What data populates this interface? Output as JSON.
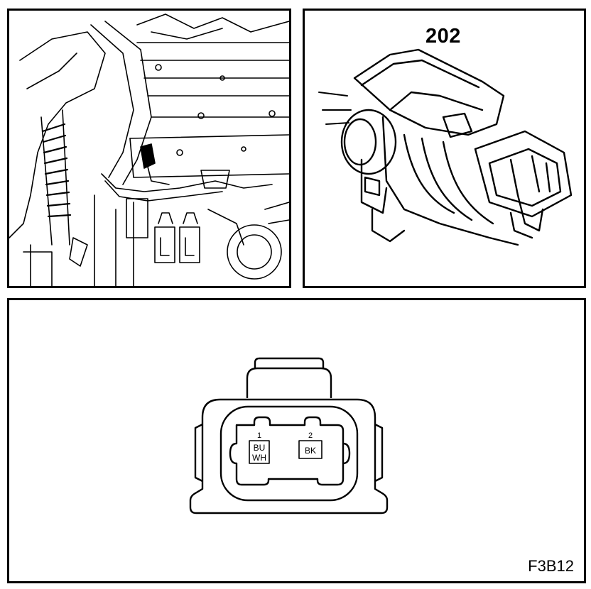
{
  "engine_view": {
    "icon": "engine-bay-illustration"
  },
  "connector_view": {
    "connector_number": "202",
    "icon": "connector-housing-illustration"
  },
  "pinout": {
    "pins": [
      {
        "number": "1",
        "color_lines": [
          "BU",
          "WH"
        ]
      },
      {
        "number": "2",
        "color_lines": [
          "BK"
        ]
      }
    ]
  },
  "figure_code": "F3B12"
}
